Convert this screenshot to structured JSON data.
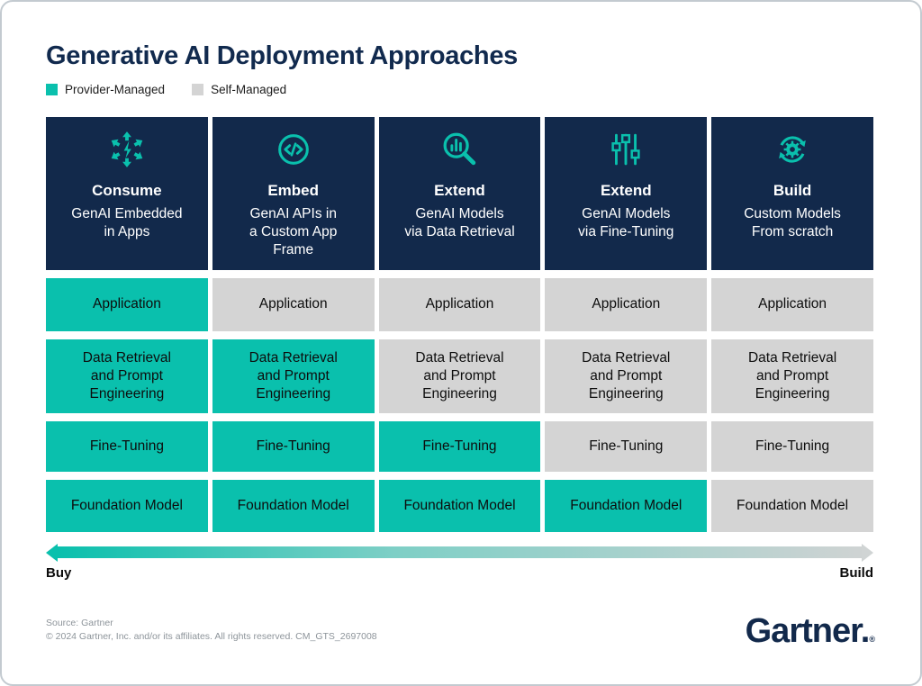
{
  "title": "Generative AI Deployment Approaches",
  "legend": [
    {
      "label": "Provider-Managed",
      "color": "#0ac0ad"
    },
    {
      "label": "Self-Managed",
      "color": "#d4d4d4"
    }
  ],
  "colors": {
    "provider": "#0ac0ad",
    "self": "#d4d4d4",
    "header": "#12294b",
    "navy": "#112a4e",
    "teal": "#0ac0ad"
  },
  "columns": [
    {
      "icon": "spread-arrows-bolt-icon",
      "title": "Consume",
      "description": "GenAI Embedded\nin Apps",
      "cells": [
        "provider",
        "provider",
        "provider",
        "provider"
      ]
    },
    {
      "icon": "code-brackets-circle-icon",
      "title": "Embed",
      "description": "GenAI APIs in\na Custom App\nFrame",
      "cells": [
        "self",
        "provider",
        "provider",
        "provider"
      ]
    },
    {
      "icon": "magnifier-bar-chart-icon",
      "title": "Extend",
      "description": "GenAI Models\nvia Data Retrieval",
      "cells": [
        "self",
        "self",
        "provider",
        "provider"
      ]
    },
    {
      "icon": "sliders-icon",
      "title": "Extend",
      "description": "GenAI Models\nvia Fine-Tuning",
      "cells": [
        "self",
        "self",
        "self",
        "provider"
      ]
    },
    {
      "icon": "gear-refresh-icon",
      "title": "Build",
      "description": "Custom Models\nFrom scratch",
      "cells": [
        "self",
        "self",
        "self",
        "self"
      ]
    }
  ],
  "rows": [
    "Application",
    "Data Retrieval and Prompt Engineering",
    "Fine-Tuning",
    "Foundation Model"
  ],
  "axis": {
    "left": "Buy",
    "right": "Build"
  },
  "footer": {
    "source": "Source: Gartner",
    "copyright": "© 2024 Gartner, Inc. and/or its affiliates. All rights reserved. CM_GTS_2697008",
    "logo": "Gartner.",
    "registered": "®"
  }
}
